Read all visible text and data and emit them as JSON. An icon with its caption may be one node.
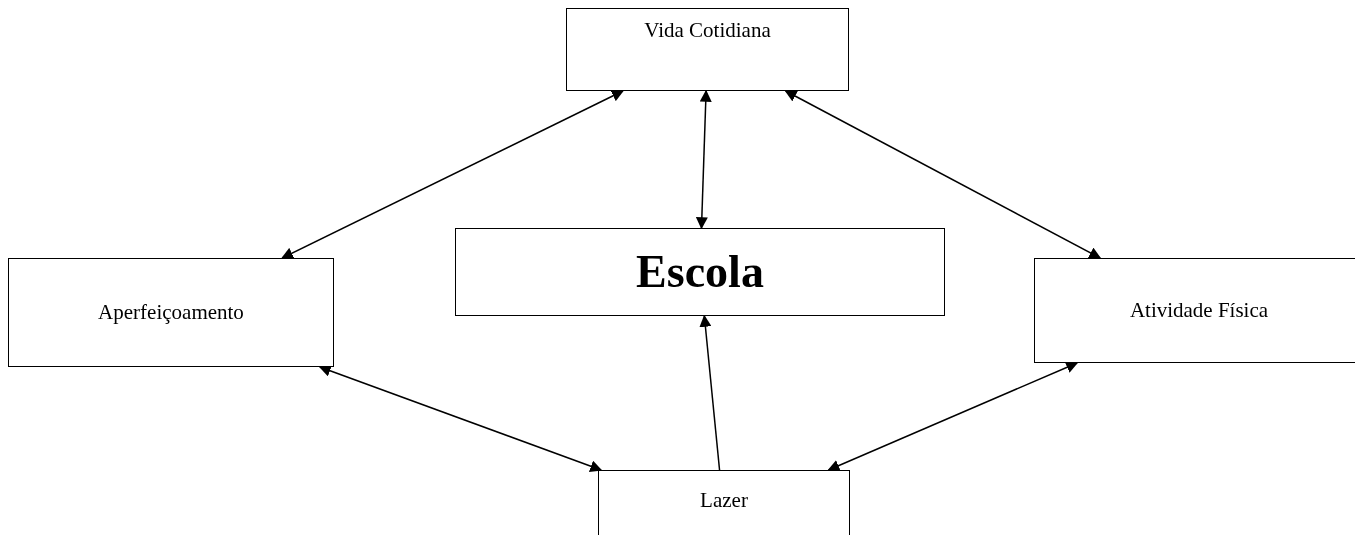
{
  "diagram": {
    "nodes": [
      {
        "text": [
          "Vida Cotidiana"
        ]
      },
      {
        "text": [
          "Escola"
        ]
      },
      {
        "text": [
          "Aperfeiçoamento"
        ]
      },
      {
        "text": [
          "Atividade Física"
        ]
      },
      {
        "text": [
          "Lazer"
        ]
      }
    ],
    "edges": [
      {
        "from": 0,
        "to": 2,
        "arrow": "both"
      },
      {
        "from": 1,
        "to": 0,
        "arrow": "both"
      },
      {
        "from": 0,
        "to": 3,
        "arrow": "both"
      },
      {
        "from": 2,
        "to": 4,
        "arrow": "both"
      },
      {
        "from": 4,
        "to": 1,
        "arrow": "to"
      },
      {
        "from": 3,
        "to": 4,
        "arrow": "both"
      }
    ]
  }
}
